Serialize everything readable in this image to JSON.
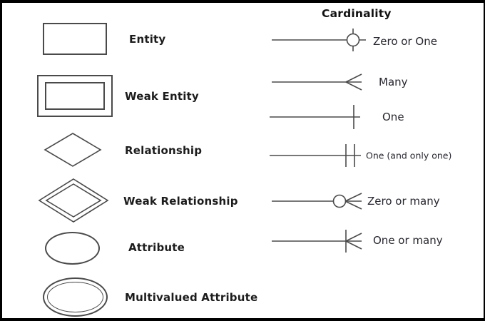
{
  "diagram": {
    "heading": "Cardinality",
    "legend": [
      {
        "label": "Entity",
        "shape": "rectangle"
      },
      {
        "label": "Weak Entity",
        "shape": "double-rectangle"
      },
      {
        "label": "Relationship",
        "shape": "diamond"
      },
      {
        "label": "Weak Relationship",
        "shape": "double-diamond"
      },
      {
        "label": "Attribute",
        "shape": "ellipse"
      },
      {
        "label": "Multivalued Attribute",
        "shape": "double-ellipse"
      }
    ],
    "cardinality": [
      {
        "label": "Zero or One",
        "symbol": "line-circle-bar"
      },
      {
        "label": "Many",
        "symbol": "line-crow-foot"
      },
      {
        "label": "One",
        "symbol": "line-single-bar"
      },
      {
        "label": "One (and only one)",
        "symbol": "line-double-bar"
      },
      {
        "label": "Zero or many",
        "symbol": "line-circle-crow-foot"
      },
      {
        "label": "One or many",
        "symbol": "line-bar-crow-foot"
      }
    ]
  },
  "colors": {
    "stroke": "#4a4a4a",
    "text": "#1c1c1c",
    "frame": "#000000",
    "background": "#ffffff"
  }
}
